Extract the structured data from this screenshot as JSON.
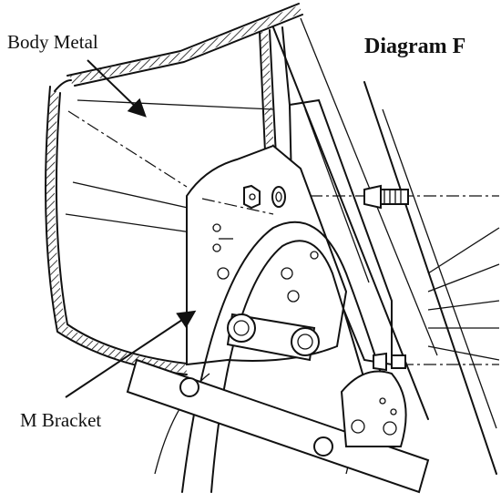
{
  "diagram": {
    "title": "Diagram F",
    "labels": {
      "body_metal": "Body Metal",
      "m_bracket": "M Bracket"
    }
  }
}
